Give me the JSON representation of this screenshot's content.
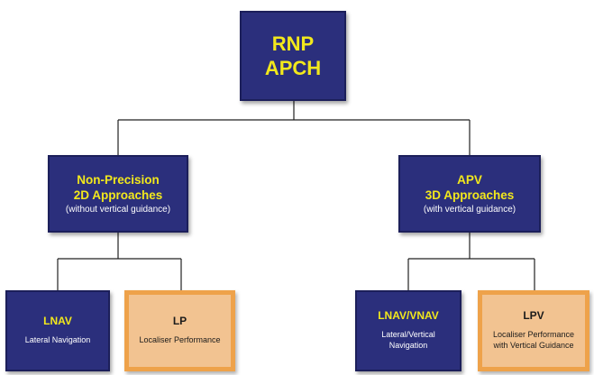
{
  "root": {
    "line1": "RNP",
    "line2": "APCH"
  },
  "left_branch": {
    "line1": "Non-Precision",
    "line2": "2D Approaches",
    "note": "(without vertical guidance)"
  },
  "right_branch": {
    "line1": "APV",
    "line2": "3D Approaches",
    "note": "(with vertical guidance)"
  },
  "leaves": {
    "lnav": {
      "title": "LNAV",
      "sub": "Lateral Navigation"
    },
    "lp": {
      "title": "LP",
      "sub": "Localiser Performance"
    },
    "lnav_vnav": {
      "title": "LNAV/VNAV",
      "sub_line1": "Lateral/Vertical",
      "sub_line2": "Navigation"
    },
    "lpv": {
      "title": "LPV",
      "sub_line1": "Localiser Performance",
      "sub_line2": "with Vertical Guidance"
    }
  },
  "colors": {
    "box_fill": "#2b2f7c",
    "title_text": "#f2e81c",
    "body_text": "#ffffff",
    "highlight_fill": "#f2c391",
    "highlight_border": "#eea24a"
  }
}
